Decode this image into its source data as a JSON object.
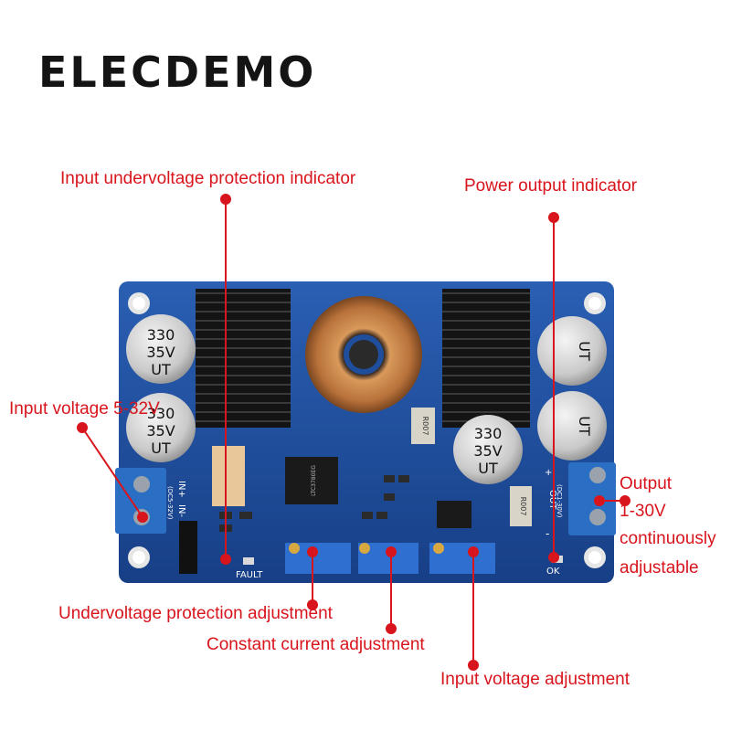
{
  "brand": {
    "name": "ELECDEMO"
  },
  "board": {
    "cap_labels": [
      {
        "value": "330",
        "voltage": "35V",
        "series": "UT"
      }
    ],
    "silkscreen": {
      "fault": "FAULT",
      "ok": "OK",
      "in_plus": "IN+",
      "in_minus": "IN-",
      "out_plus": "+",
      "out_label": "OUT",
      "out_minus": "-",
      "input_range": "(DC5-32V)",
      "output_range": "(DC1-30V)",
      "resistor_code": "R007",
      "ic_code": "LTC3780EG"
    }
  },
  "labels": {
    "input_uv_indicator": "Input undervoltage protection indicator",
    "power_output_indicator": "Power output indicator",
    "input_voltage": "Input voltage 5-32V",
    "output_line1": "Output",
    "output_line2": "1-30V",
    "output_line3": "continuously",
    "output_line4": "adjustable",
    "uv_adjust": "Undervoltage protection adjustment",
    "cc_adjust": "Constant current adjustment",
    "input_voltage_adjust": "Input voltage adjustment"
  },
  "colors": {
    "annotation": "#d8141c",
    "pcb": "#1f4f9c",
    "heatsink": "#1c1c1c",
    "terminal": "#2a6fc4",
    "copper": "#c07a3e"
  }
}
